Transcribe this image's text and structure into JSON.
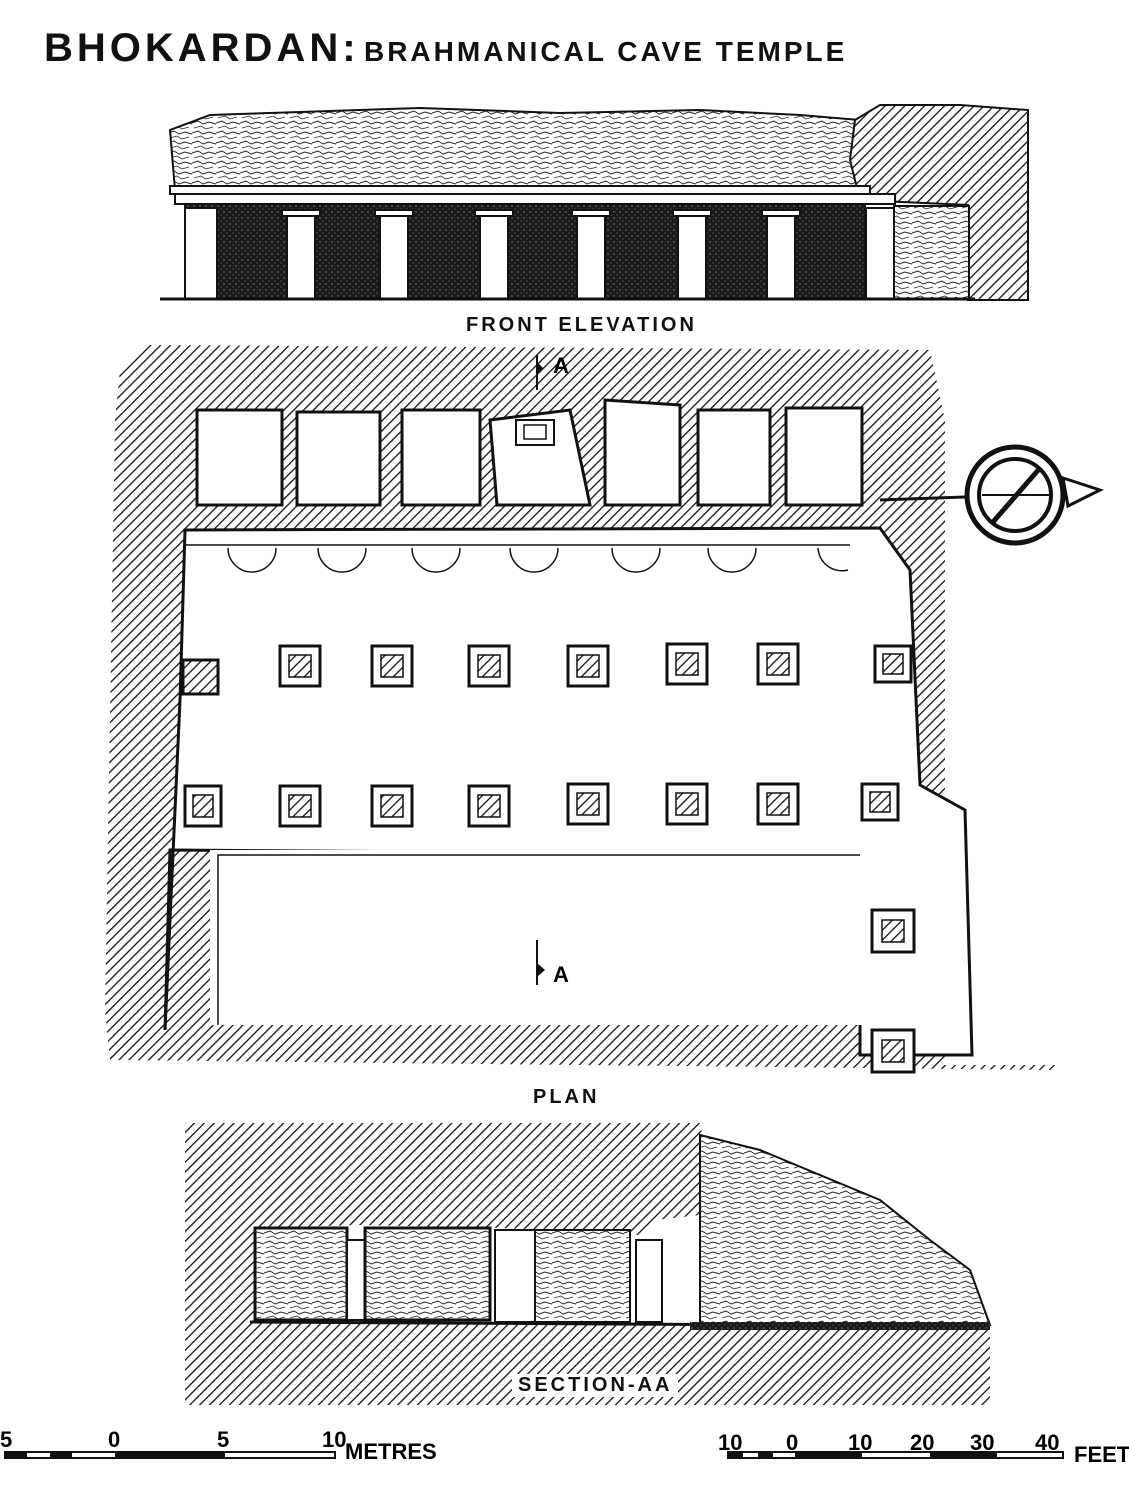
{
  "title": {
    "site": "BHOKARDAN:",
    "subject": "BRAHMANICAL CAVE TEMPLE"
  },
  "captions": {
    "front_elevation": "FRONT ELEVATION",
    "plan": "PLAN",
    "section": "SECTION-AA"
  },
  "section_markers": {
    "top": "A",
    "bottom": "A"
  },
  "scale_metres": {
    "ticks": [
      "5",
      "0",
      "5",
      "10"
    ],
    "unit": "METRES"
  },
  "scale_feet": {
    "ticks": [
      "10",
      "0",
      "10",
      "20",
      "30",
      "40"
    ],
    "unit": "FEET"
  },
  "north_arrow": "north-arrow-icon"
}
